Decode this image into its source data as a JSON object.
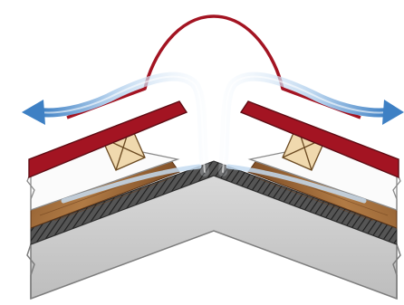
{
  "diagram": {
    "kind": "roof-ridge-ventilation-cross-section",
    "colors": {
      "background": "#ffffff",
      "metal_ridge_cap": "#a31422",
      "metal_outline": "#5e0c14",
      "roof_panel_face": "#fdfdfd",
      "roof_panel_edge": "#d8d8d8",
      "wood_batten": "#f0d9ae",
      "wood_board": "#9c6534",
      "wood_board_dark": "#6f4220",
      "membrane_hatch": "#3a3a3a",
      "concrete_deck": "#c9c9c9",
      "concrete_deck_dark": "#a8a8a8",
      "airflow_arrow": "#3e80c4",
      "airflow_light": "#d8e8f7"
    },
    "icons": [
      "airflow-arrow-left",
      "airflow-arrow-right"
    ]
  }
}
